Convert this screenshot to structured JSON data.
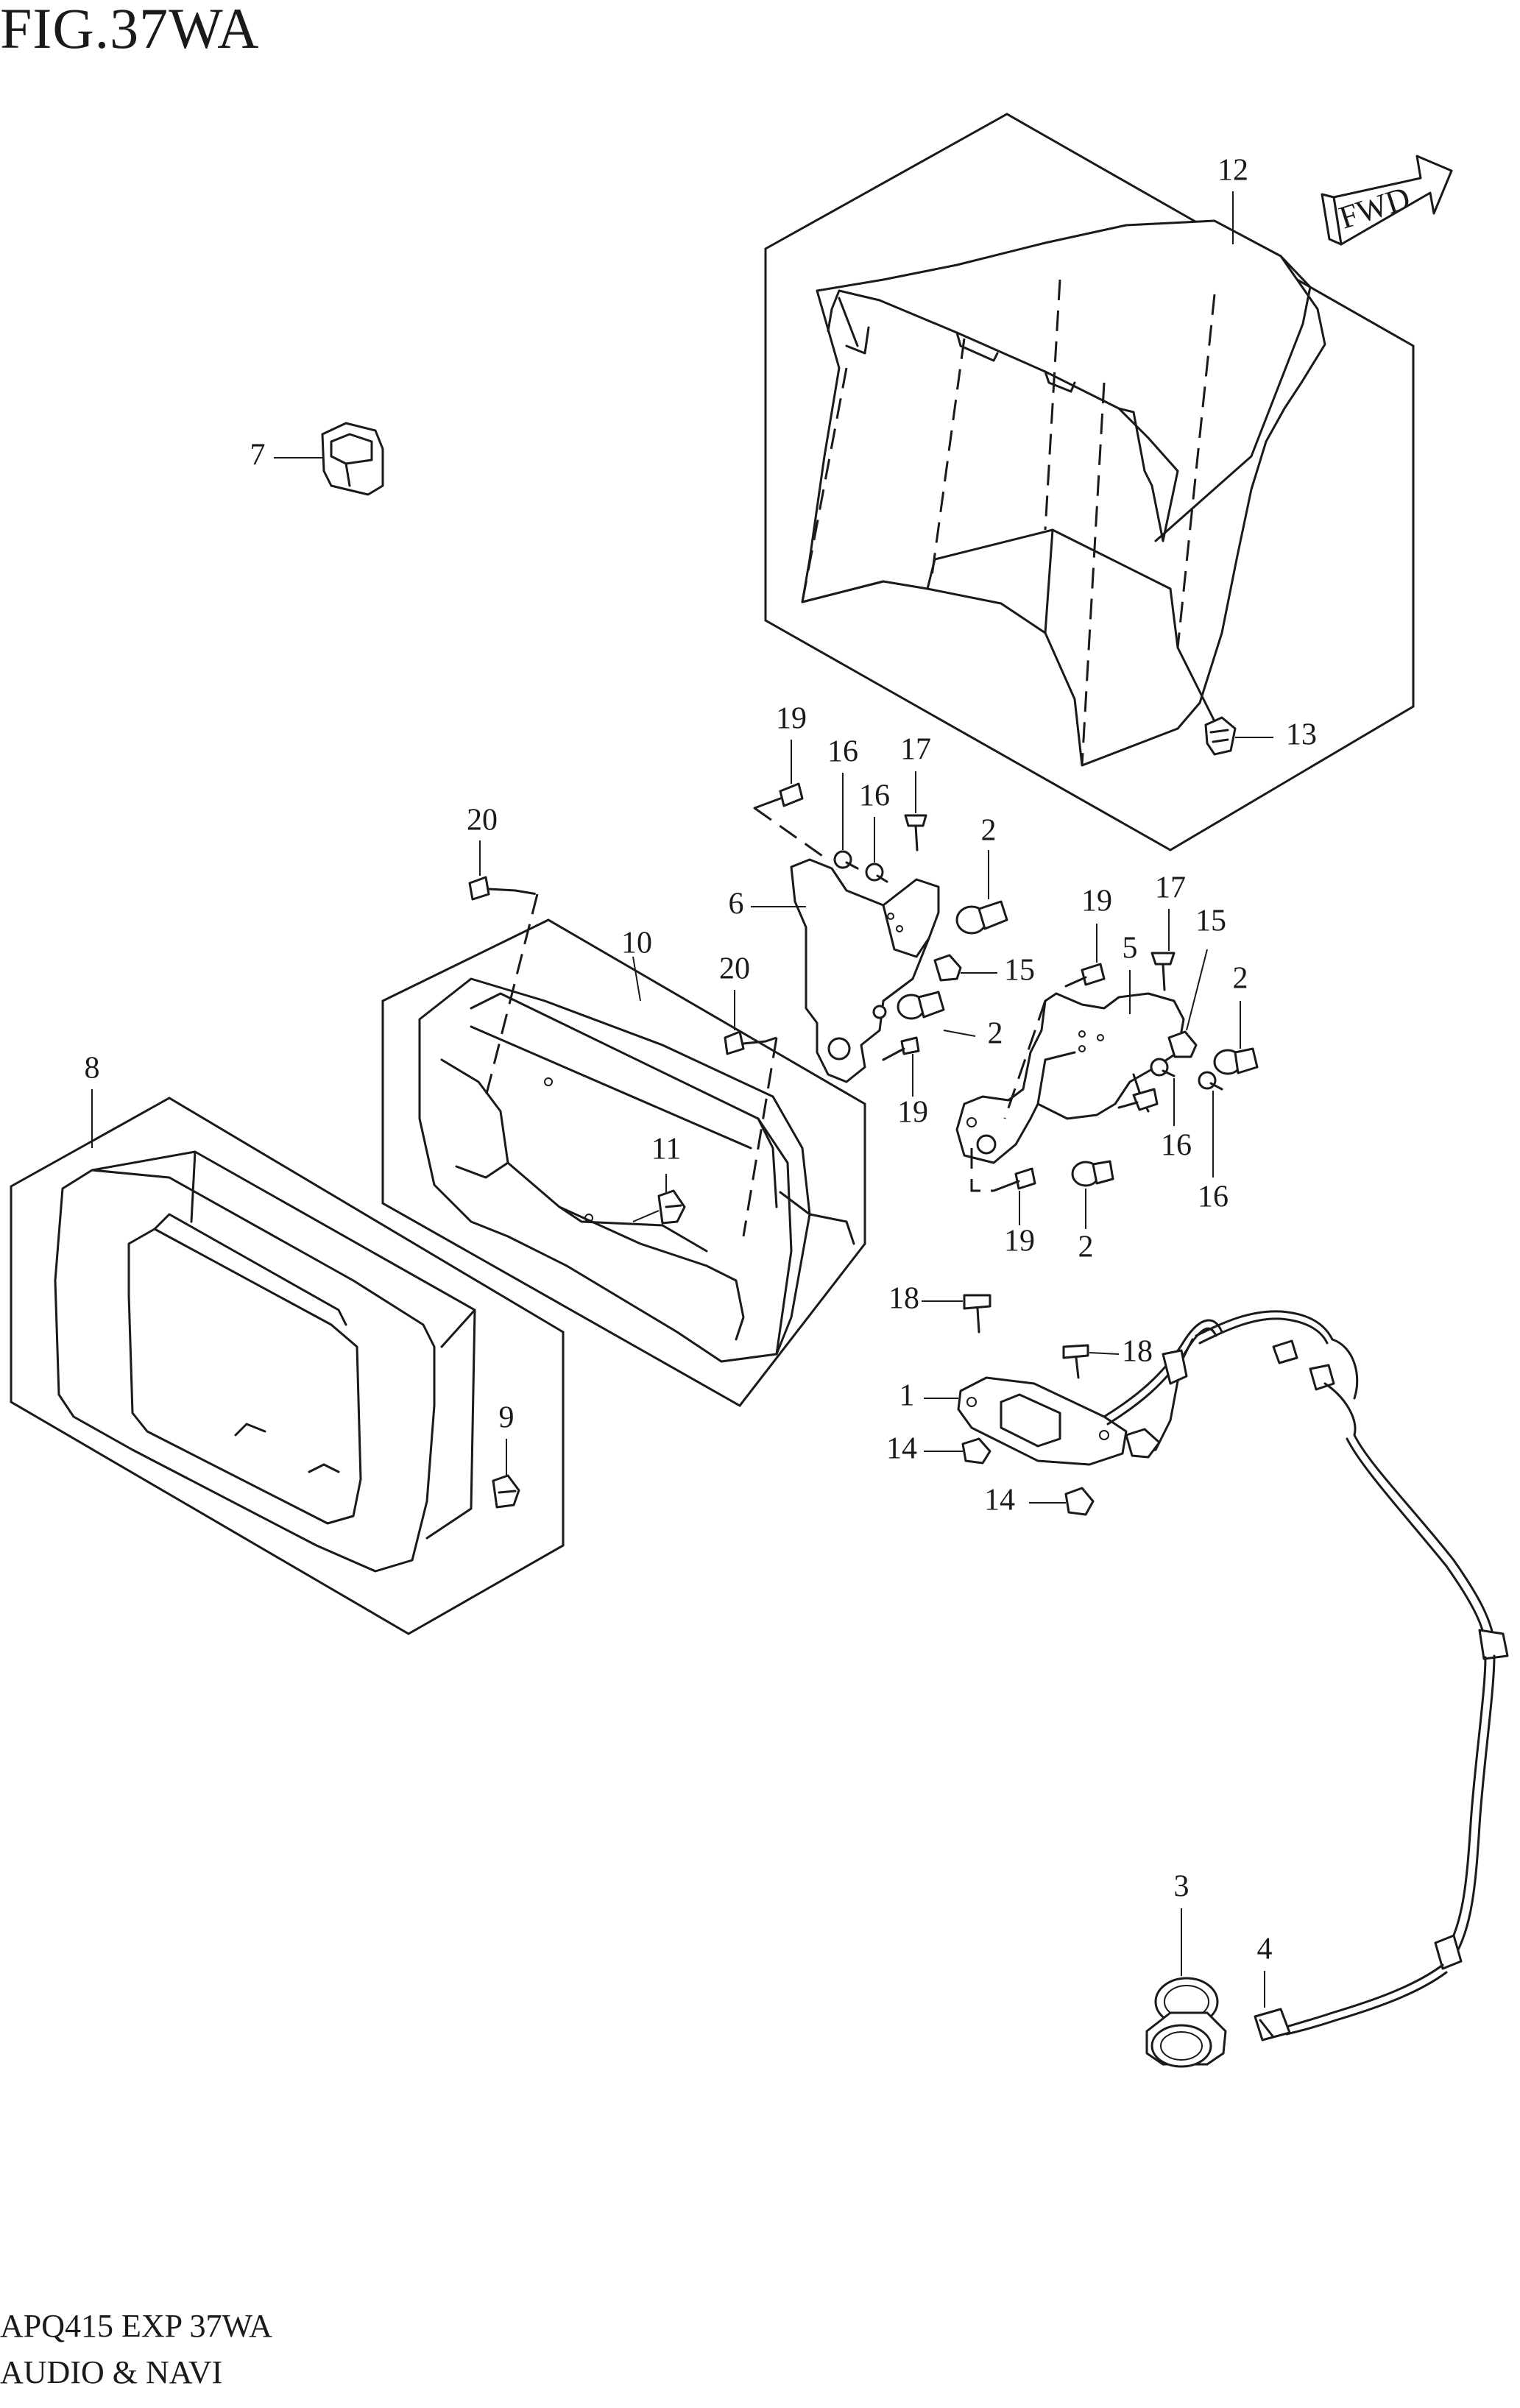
{
  "figure_title": "FIG.37WA",
  "fwd_label": "FWD",
  "footer_code": "APQ415 EXP 37WA",
  "footer_name": "AUDIO & NAVI",
  "callout_labels": {
    "c12": "12",
    "c7": "7",
    "c13": "13",
    "c19a": "19",
    "c16a": "16",
    "c17a": "17",
    "c16b": "16",
    "c20a": "20",
    "c2a": "2",
    "c6": "6",
    "c19b": "19",
    "c17b": "17",
    "c5": "5",
    "c15a": "15",
    "c2b": "2",
    "c10": "10",
    "c20b": "20",
    "c15b": "15",
    "c2c": "2",
    "c8": "8",
    "c19c": "19",
    "c16c": "16",
    "c11": "11",
    "c16d": "16",
    "c19d": "19",
    "c2d": "2",
    "c18a": "18",
    "c18b": "18",
    "c1": "1",
    "c14a": "14",
    "c9": "9",
    "c14b": "14",
    "c3": "3",
    "c4": "4"
  }
}
